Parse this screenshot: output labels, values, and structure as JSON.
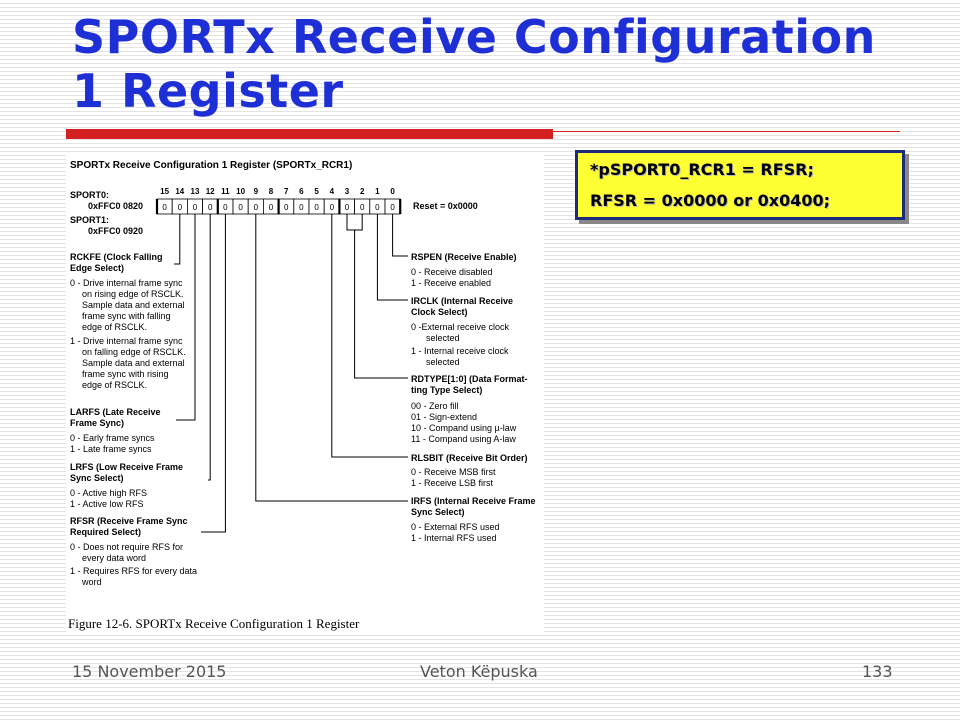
{
  "slide": {
    "title_line1": "SPORTx Receive Configuration",
    "title_line2": "1 Register"
  },
  "callout": {
    "line1": "*pSPORT0_RCR1 = RFSR;",
    "line2": "RFSR = 0x0000 or 0x0400;"
  },
  "footer": {
    "date": "15 November 2015",
    "author": "Veton Këpuska",
    "page": "133"
  },
  "figure": {
    "header": "SPORTx Receive Configuration 1 Register (SPORTx_RCR1)",
    "sport0_label": "SPORT0:",
    "sport0_addr": "0xFFC0 0820",
    "sport1_label": "SPORT1:",
    "sport1_addr": "0xFFC0 0920",
    "bit_numbers": [
      "15",
      "14",
      "13",
      "12",
      "11",
      "10",
      "9",
      "8",
      "7",
      "6",
      "5",
      "4",
      "3",
      "2",
      "1",
      "0"
    ],
    "bit_values": [
      "0",
      "0",
      "0",
      "0",
      "0",
      "0",
      "0",
      "0",
      "0",
      "0",
      "0",
      "0",
      "0",
      "0",
      "0",
      "0"
    ],
    "reset": "Reset = 0x0000",
    "caption": "Figure 12-6. SPORTx Receive Configuration 1 Register",
    "left_fields": {
      "rckfe": {
        "title": [
          "RCKFE (Clock Falling",
          "Edge Select)"
        ],
        "desc": [
          "0 - Drive internal frame sync",
          "on rising edge of RSCLK.",
          "Sample data and external",
          "frame sync with falling",
          "edge of RSCLK.",
          "1 - Drive internal frame sync",
          "on falling edge of RSCLK.",
          "Sample data and external",
          "frame sync with rising",
          "edge of RSCLK."
        ]
      },
      "larfs": {
        "title": [
          "LARFS (Late Receive",
          "Frame Sync)"
        ],
        "desc": [
          "0 - Early frame syncs",
          "1 - Late frame syncs"
        ]
      },
      "lrfs": {
        "title": [
          "LRFS (Low Receive Frame",
          "Sync Select)"
        ],
        "desc": [
          "0 - Active high RFS",
          "1 - Active low RFS"
        ]
      },
      "rfsr": {
        "title": [
          "RFSR (Receive Frame Sync",
          "Required Select)"
        ],
        "desc": [
          "0 - Does not require RFS for",
          "every data word",
          "1 - Requires RFS for every data",
          "word"
        ]
      }
    },
    "right_fields": {
      "rspen": {
        "title": [
          "RSPEN (Receive Enable)"
        ],
        "desc": [
          "0 - Receive disabled",
          "1 - Receive enabled"
        ]
      },
      "irclk": {
        "title": [
          "IRCLK (Internal Receive",
          "Clock Select)"
        ],
        "desc": [
          "0 -External receive clock",
          "selected",
          "1 - Internal receive clock",
          "selected"
        ]
      },
      "rdtype": {
        "title": [
          "RDTYPE[1:0] (Data Format-",
          "ting Type Select)"
        ],
        "desc": [
          "00 - Zero fill",
          "01 - Sign-extend",
          "10 - Compand using µ-law",
          "11 - Compand using A-law"
        ]
      },
      "rlsbit": {
        "title": [
          "RLSBIT (Receive Bit Order)"
        ],
        "desc": [
          "0 - Receive MSB first",
          "1 - Receive LSB first"
        ]
      },
      "irfs": {
        "title": [
          "IRFS (Internal Receive Frame",
          "Sync Select)"
        ],
        "desc": [
          "0 - External RFS used",
          "1 - Internal RFS used"
        ]
      }
    }
  }
}
